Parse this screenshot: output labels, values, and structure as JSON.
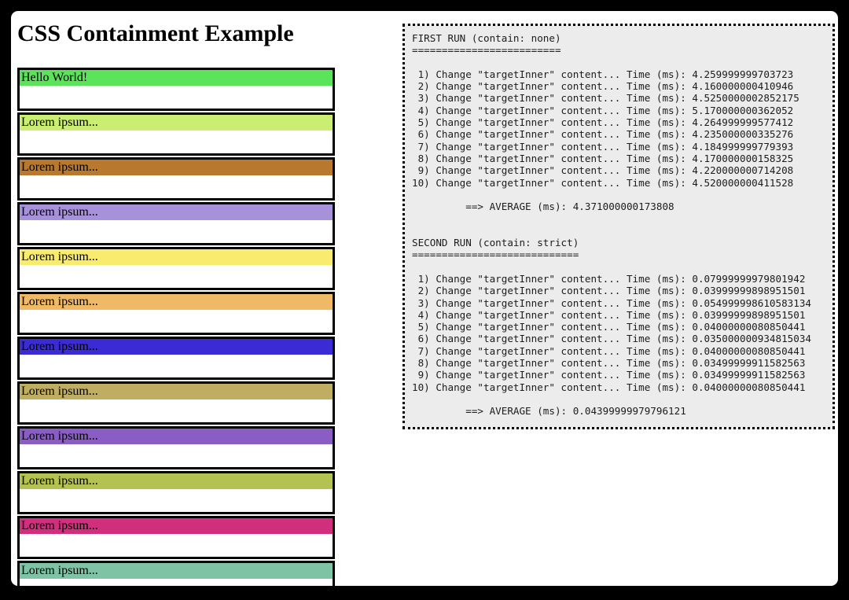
{
  "page": {
    "title": "CSS Containment Example",
    "frame_color": "#000000",
    "background": "#ffffff"
  },
  "boxes": [
    {
      "label": "Hello World!",
      "color": "#5be35a"
    },
    {
      "label": "Lorem ipsum...",
      "color": "#c9ee71"
    },
    {
      "label": "Lorem ipsum...",
      "color": "#b8792e"
    },
    {
      "label": "Lorem ipsum...",
      "color": "#a791da"
    },
    {
      "label": "Lorem ipsum...",
      "color": "#f8eb6d"
    },
    {
      "label": "Lorem ipsum...",
      "color": "#f0b966"
    },
    {
      "label": "Lorem ipsum...",
      "color": "#3a2bd5"
    },
    {
      "label": "Lorem ipsum...",
      "color": "#bfad62"
    },
    {
      "label": "Lorem ipsum...",
      "color": "#8a5dc5"
    },
    {
      "label": "Lorem ipsum...",
      "color": "#b4c252"
    },
    {
      "label": "Lorem ipsum...",
      "color": "#d22e7e"
    },
    {
      "label": "Lorem ipsum...",
      "color": "#7dc3a4"
    }
  ],
  "results_panel": {
    "background": "#ececec",
    "border_color": "#000000",
    "action_label": "Change \"targetInner\" content...",
    "time_label": "Time (ms):",
    "average_label": "==> AVERAGE (ms):",
    "first_run": {
      "heading": "FIRST RUN (contain: none)",
      "underline": "=========================",
      "entries": [
        {
          "num": 1,
          "time": "4.259999999703723"
        },
        {
          "num": 2,
          "time": "4.160000000410946"
        },
        {
          "num": 3,
          "time": "4.5250000002852175"
        },
        {
          "num": 4,
          "time": "5.170000000362052"
        },
        {
          "num": 5,
          "time": "4.264999999577412"
        },
        {
          "num": 6,
          "time": "4.235000000335276"
        },
        {
          "num": 7,
          "time": "4.184999999779393"
        },
        {
          "num": 8,
          "time": "4.170000000158325"
        },
        {
          "num": 9,
          "time": "4.220000000714208"
        },
        {
          "num": 10,
          "time": "4.520000000411528"
        }
      ],
      "average": "4.371000000173808"
    },
    "second_run": {
      "heading": "SECOND RUN (contain: strict)",
      "underline": "============================",
      "entries": [
        {
          "num": 1,
          "time": "0.07999999979801942"
        },
        {
          "num": 2,
          "time": "0.03999999898951501"
        },
        {
          "num": 3,
          "time": "0.054999998610583134"
        },
        {
          "num": 4,
          "time": "0.03999999898951501"
        },
        {
          "num": 5,
          "time": "0.04000000080850441"
        },
        {
          "num": 6,
          "time": "0.035000000934815034"
        },
        {
          "num": 7,
          "time": "0.04000000080850441"
        },
        {
          "num": 8,
          "time": "0.03499999911582563"
        },
        {
          "num": 9,
          "time": "0.03499999911582563"
        },
        {
          "num": 10,
          "time": "0.04000000080850441"
        }
      ],
      "average": "0.04399999979796121"
    }
  }
}
